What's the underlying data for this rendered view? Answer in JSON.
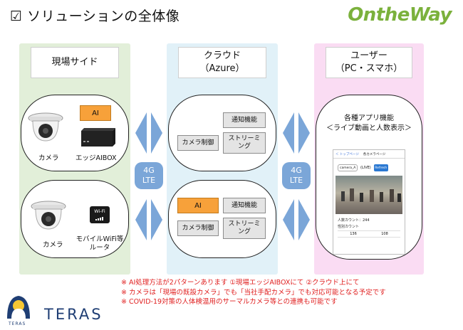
{
  "title": "☑ ソリューションの全体像",
  "brand_logo": "OntheWay",
  "columns": {
    "site": {
      "header": "現場サイド",
      "bubble1": {
        "ai": "AI",
        "camera": "カメラ",
        "edge": "エッジAIBOX"
      },
      "bubble2": {
        "camera": "カメラ",
        "router_line1": "モバイルWiFi等",
        "router_line2": "ルータ",
        "wifi_label": "Wi-Fi"
      }
    },
    "cloud": {
      "header_line1": "クラウド",
      "header_line2": "（Azure）",
      "bubble1": {
        "notify": "通知機能",
        "camera_ctrl": "カメラ制御",
        "streaming_line1": "ストリーミ",
        "streaming_line2": "ング"
      },
      "bubble2": {
        "ai": "AI",
        "notify": "通知機能",
        "camera_ctrl": "カメラ制御",
        "streaming_line1": "ストリーミ",
        "streaming_line2": "ング"
      }
    },
    "user": {
      "header_line1": "ユーザー",
      "header_line2": "（PC・スマホ）",
      "app_line1": "各種アプリ機能",
      "app_line2": "＜ライブ動画と人数表示＞",
      "phone": {
        "nav_back": "＜ トップページ",
        "nav_title": "各カメラページ",
        "select_value": "camera_A",
        "live_label": "(LIVE)",
        "refresh_btn": "Refresh",
        "count_text": "人数カウント：244",
        "gender_label": "性別カウント",
        "male_count": "136",
        "female_count": "108"
      }
    }
  },
  "links": {
    "left": {
      "line1": "4G",
      "line2": "LTE"
    },
    "right": {
      "line1": "4G",
      "line2": "LTE"
    }
  },
  "notes": [
    "※ AI処理方法が2パターンあります ①現場エッジAIBOXにて ②クラウド上にて",
    "※ カメラは「現場の既設カメラ」でも「当社手配カメラ」でも対応可能となる予定です",
    "※ COVID-19対策の人体検温用のサーマルカメラ等との連携も可能です"
  ],
  "footer": {
    "teras_word": "TERAS",
    "teras_small": "TERAS"
  },
  "colors": {
    "site_bg": "#e2efd9",
    "cloud_bg": "#e1f1f8",
    "user_bg": "#fadcf3",
    "ai_orange": "#f7a13a",
    "arrow_blue": "#7ba6d8",
    "note_red": "#e02020",
    "brand_green": "#7bb13c",
    "teras_navy": "#1f3e74"
  }
}
